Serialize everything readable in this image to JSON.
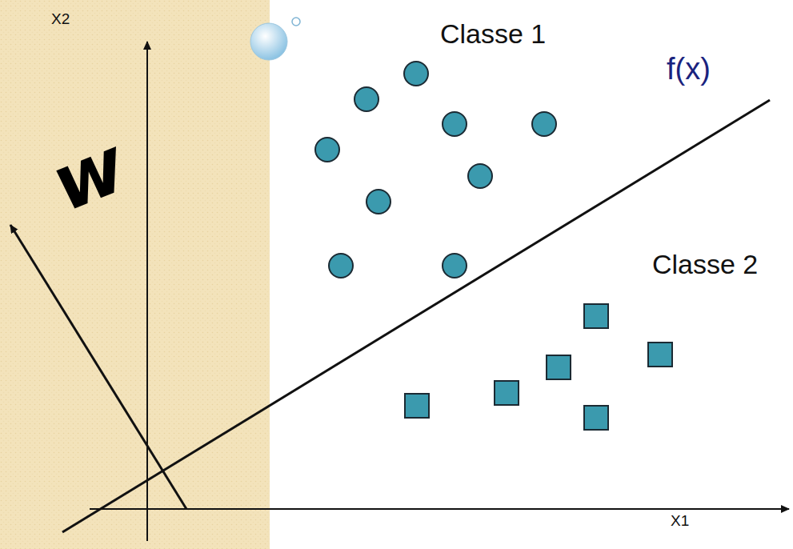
{
  "diagram": {
    "labels": [
      "X2",
      "Classe 1",
      "f(x)",
      "w",
      "Classe 2",
      "X1"
    ]
  }
}
